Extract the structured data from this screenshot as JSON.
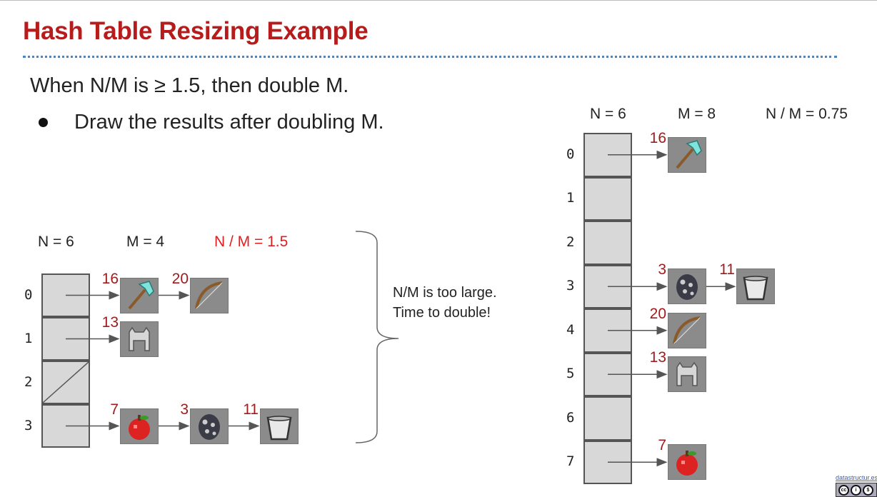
{
  "slide": {
    "title": "Hash Table Resizing Example",
    "rule": "When N/M is ≥ 1.5, then double M.",
    "bullet": "Draw the results after doubling M.",
    "note_line1": "N/M is too large.",
    "note_line2": "Time to double!",
    "footer_link": "datastructur.es",
    "license_badge": "cc by nc sa"
  },
  "small_table": {
    "n_label": "N = 6",
    "m_label": "M = 4",
    "ratio_label": "N / M = 1.5",
    "ratio_color": "#e02020",
    "buckets": [
      {
        "index": "0",
        "items": [
          {
            "key": "16",
            "icon": "diamond-axe-icon"
          },
          {
            "key": "20",
            "icon": "bow-icon"
          }
        ]
      },
      {
        "index": "1",
        "items": [
          {
            "key": "13",
            "icon": "iron-helmet-icon"
          }
        ]
      },
      {
        "index": "2",
        "items": []
      },
      {
        "index": "3",
        "items": [
          {
            "key": "7",
            "icon": "apple-icon"
          },
          {
            "key": "3",
            "icon": "spawn-egg-icon"
          },
          {
            "key": "11",
            "icon": "bucket-icon"
          }
        ]
      }
    ]
  },
  "large_table": {
    "n_label": "N = 6",
    "m_label": "M = 8",
    "ratio_label": "N / M = 0.75",
    "buckets": [
      {
        "index": "0",
        "items": [
          {
            "key": "16",
            "icon": "diamond-axe-icon"
          }
        ]
      },
      {
        "index": "1",
        "items": []
      },
      {
        "index": "2",
        "items": []
      },
      {
        "index": "3",
        "items": [
          {
            "key": "3",
            "icon": "spawn-egg-icon"
          },
          {
            "key": "11",
            "icon": "bucket-icon"
          }
        ]
      },
      {
        "index": "4",
        "items": [
          {
            "key": "20",
            "icon": "bow-icon"
          }
        ]
      },
      {
        "index": "5",
        "items": [
          {
            "key": "13",
            "icon": "iron-helmet-icon"
          }
        ]
      },
      {
        "index": "6",
        "items": []
      },
      {
        "index": "7",
        "items": [
          {
            "key": "7",
            "icon": "apple-icon"
          }
        ]
      }
    ]
  }
}
